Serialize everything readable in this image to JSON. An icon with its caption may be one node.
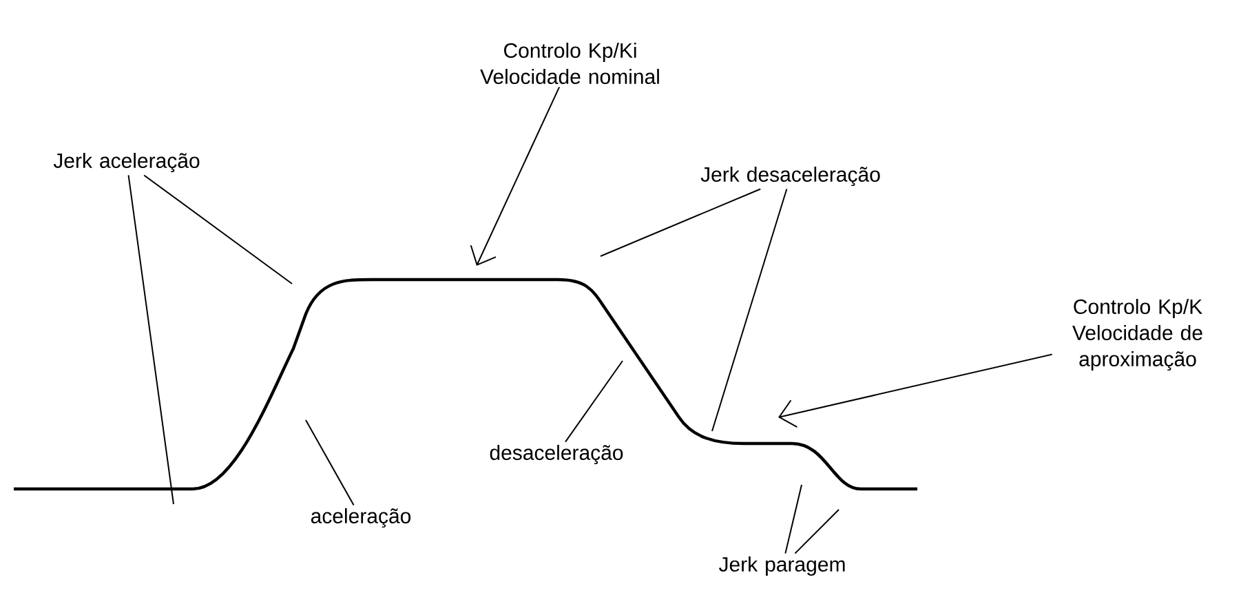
{
  "diagram": {
    "nodes": [
      {
        "text": [
          "Jerk aceleração"
        ]
      },
      {
        "text": [
          "Controlo Kp/Ki Velocidade nominal"
        ]
      },
      {
        "text": [
          "Jerk desaceleração"
        ]
      },
      {
        "text": [
          "Controlo Kp/K Velocidade de aproximação"
        ]
      },
      {
        "text": [
          "aceleração"
        ]
      },
      {
        "text": [
          "desaceleração"
        ]
      },
      {
        "text": [
          "Jerk paragem"
        ]
      }
    ],
    "edges": [
      {
        "from": 0,
        "to": null,
        "arrow": "none"
      },
      {
        "from": 0,
        "to": null,
        "arrow": "none"
      },
      {
        "from": 1,
        "to": null,
        "arrow": "to"
      },
      {
        "from": 2,
        "to": null,
        "arrow": "none"
      },
      {
        "from": 2,
        "to": null,
        "arrow": "none"
      },
      {
        "from": 3,
        "to": null,
        "arrow": "to"
      },
      {
        "from": 4,
        "to": null,
        "arrow": "none"
      },
      {
        "from": 5,
        "to": null,
        "arrow": "none"
      },
      {
        "from": 6,
        "to": null,
        "arrow": "none"
      },
      {
        "from": 6,
        "to": null,
        "arrow": "none"
      }
    ]
  }
}
